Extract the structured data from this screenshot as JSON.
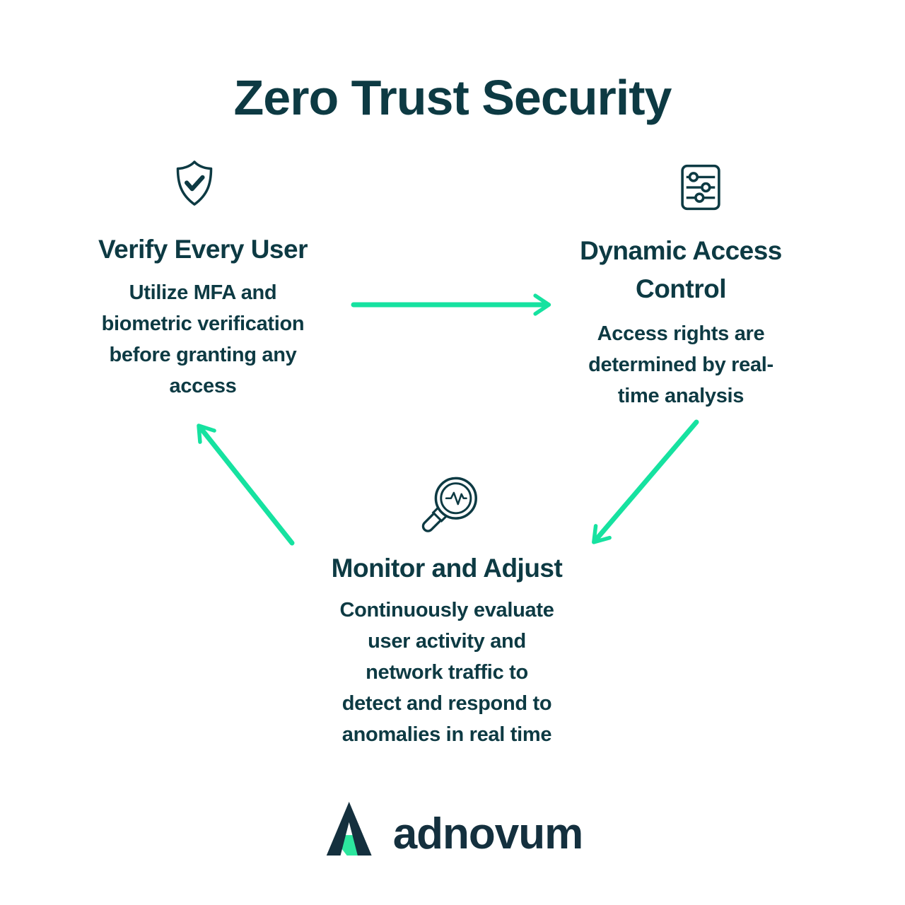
{
  "title": "Zero Trust Security",
  "colors": {
    "ink": "#0d3a43",
    "arrow": "#16e2a0",
    "logo_navy": "#14303e",
    "logo_green": "#2ce69e"
  },
  "nodes": [
    {
      "icon": "shield-check-icon",
      "heading_lines": [
        "Verify Every User"
      ],
      "body_lines": [
        "Utilize MFA and",
        "biometric verification",
        "before granting any",
        "access"
      ]
    },
    {
      "icon": "sliders-icon",
      "heading_lines": [
        "Dynamic Access",
        "Control"
      ],
      "body_lines": [
        "Access rights are",
        "determined by real-",
        "time analysis"
      ]
    },
    {
      "icon": "magnifier-pulse-icon",
      "heading_lines": [
        "Monitor and Adjust"
      ],
      "body_lines": [
        "Continuously evaluate",
        "user activity and",
        "network traffic to",
        "detect and respond to",
        "anomalies in real time"
      ]
    }
  ],
  "logo": {
    "brand": "adnovum"
  }
}
